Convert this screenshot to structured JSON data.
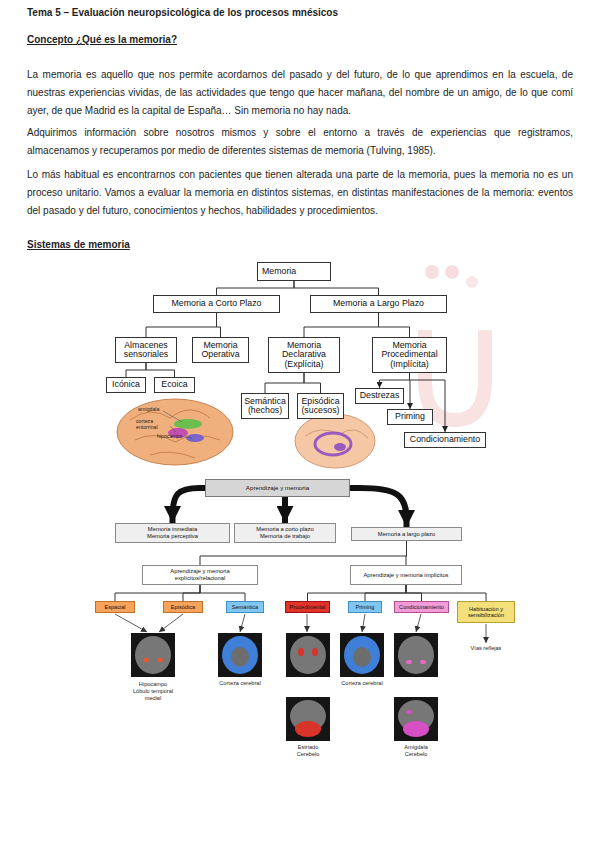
{
  "diagram": {
    "title": "Tema 5 – Evaluación neuropsicológica de los procesos mnésicos",
    "nodes": [
      {
        "text": [
          "Memoria"
        ]
      },
      {
        "text": [
          "Memoria a Corto Plazo"
        ]
      },
      {
        "text": [
          "Memoria a Largo Plazo"
        ]
      },
      {
        "text": [
          "Almacenes sensoriales"
        ]
      },
      {
        "text": [
          "Memoria Operativa"
        ]
      },
      {
        "text": [
          "Memoria Declarativa (Explícita)"
        ]
      },
      {
        "text": [
          "Memoria Procedimental (Implícita)"
        ]
      },
      {
        "text": [
          "Icónica"
        ]
      },
      {
        "text": [
          "Ecoica"
        ]
      },
      {
        "text": [
          "Semántica (hechos)"
        ]
      },
      {
        "text": [
          "Episódica (sucesos)"
        ]
      },
      {
        "text": [
          "Destrezas"
        ]
      },
      {
        "text": [
          "Priming"
        ]
      },
      {
        "text": [
          "Condicionamiento"
        ]
      },
      {
        "text": [
          "Aprendizaje y memoria"
        ]
      },
      {
        "text": [
          "Memoria inmediata",
          "Memoria perceptiva"
        ]
      },
      {
        "text": [
          "Memoria a corto plazo",
          "Memoria de trabajo"
        ]
      },
      {
        "text": [
          "Memoria a largo plazo"
        ]
      },
      {
        "text": [
          "Aprendizaje y memoria explícitos/relacional"
        ]
      },
      {
        "text": [
          "Aprendizaje y memoria implícitos"
        ]
      },
      {
        "text": [
          "Espacial"
        ]
      },
      {
        "text": [
          "Episódica"
        ]
      },
      {
        "text": [
          "Semántica"
        ]
      },
      {
        "text": [
          "Procedimental"
        ]
      },
      {
        "text": [
          "Priming"
        ]
      },
      {
        "text": [
          "Condicionamiento"
        ]
      },
      {
        "text": [
          "Habituación y sensibilización"
        ]
      }
    ],
    "edges": [
      {
        "from": 0,
        "to": 1,
        "arrow": "none"
      },
      {
        "from": 0,
        "to": 2,
        "arrow": "none"
      },
      {
        "from": 1,
        "to": 3,
        "arrow": "none"
      },
      {
        "from": 1,
        "to": 4,
        "arrow": "none"
      },
      {
        "from": 2,
        "to": 5,
        "arrow": "none"
      },
      {
        "from": 2,
        "to": 6,
        "arrow": "none"
      },
      {
        "from": 3,
        "to": 7,
        "arrow": "none"
      },
      {
        "from": 3,
        "to": 8,
        "arrow": "none"
      },
      {
        "from": 5,
        "to": 9,
        "arrow": "none"
      },
      {
        "from": 5,
        "to": 10,
        "arrow": "none"
      },
      {
        "from": 6,
        "to": 11,
        "arrow": "to"
      },
      {
        "from": 6,
        "to": 12,
        "arrow": "to"
      },
      {
        "from": 6,
        "to": 13,
        "arrow": "to"
      },
      {
        "from": 14,
        "to": 15,
        "arrow": "to"
      },
      {
        "from": 14,
        "to": 16,
        "arrow": "to"
      },
      {
        "from": 14,
        "to": 17,
        "arrow": "to"
      },
      {
        "from": 17,
        "to": 18,
        "arrow": "none"
      },
      {
        "from": 17,
        "to": 19,
        "arrow": "none"
      },
      {
        "from": 18,
        "to": 20,
        "arrow": "none"
      },
      {
        "from": 18,
        "to": 21,
        "arrow": "none"
      },
      {
        "from": 18,
        "to": 22,
        "arrow": "none"
      },
      {
        "from": 19,
        "to": 23,
        "arrow": "none"
      },
      {
        "from": 19,
        "to": 24,
        "arrow": "none"
      },
      {
        "from": 19,
        "to": 25,
        "arrow": "none"
      },
      {
        "from": 19,
        "to": 26,
        "arrow": "none"
      }
    ],
    "labels": [
      "Concepto ¿Qué es la memoria?",
      "La memoria es aquello que nos permite acordarnos del pasado y del futuro, de lo que aprendimos en la escuela, de nuestras experiencias vividas, de las actividades que tengo que hacer mañana, del nombre de un amigo, de lo que comí ayer, de que Madrid es la capital de España… Sin memoria no hay nada.",
      "Adquirimos información sobre nosotros mismos y sobre el entorno a través de experiencias que registramos, almacenamos y recuperamos por medio de diferentes sistemas de memoria (Tulving, 1985).",
      "Lo más habitual es encontrarnos con pacientes que tienen alterada una parte de la memoria, pues la memoria no es un proceso unitario. Vamos a evaluar la memoria en distintos sistemas, en distintas manifestaciones de la memoria: eventos del pasado y del futuro, conocimientos y hechos, habilidades y procedimientos.",
      "Sistemas de memoria",
      "amígdala",
      "corteza entorrinal",
      "hipocampo",
      "Hipocampo",
      "Lóbulo temporal medial",
      "Corteza cerebral",
      "Corteza cerebral",
      "Estriado",
      "Cerebelo",
      "Amígdala",
      "Cerebelo",
      "Vías reflejas"
    ]
  }
}
